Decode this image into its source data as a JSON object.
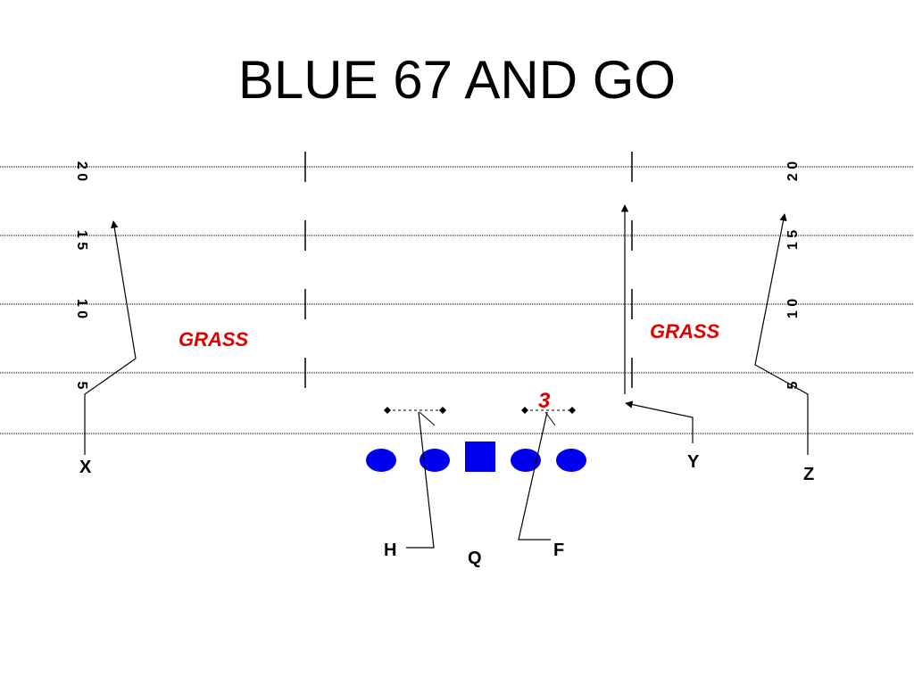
{
  "title": "BLUE 67 AND GO",
  "yard_markers": {
    "left": [
      "2 0",
      "1 5",
      "1 0",
      "5"
    ],
    "right": [
      "2 0",
      "1 5",
      "1 0",
      "5"
    ]
  },
  "labels": {
    "grass_left": "GRASS",
    "grass_right": "GRASS",
    "technique_number": "3"
  },
  "players": {
    "x": "X",
    "y": "Y",
    "z": "Z",
    "h": "H",
    "f": "F",
    "q": "Q"
  },
  "colors": {
    "offensive_line": "#0000ee",
    "annotation_text": "#e00000",
    "lines": "#000000"
  }
}
